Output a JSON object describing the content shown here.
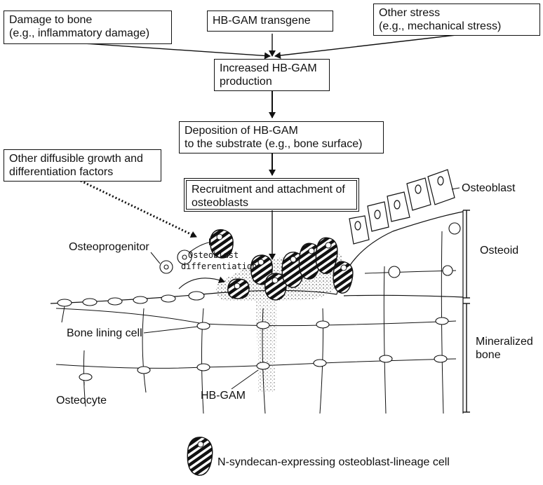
{
  "boxes": {
    "damage_line1": "Damage to bone",
    "damage_line2": "(e.g., inflammatory damage)",
    "transgene": "HB-GAM transgene",
    "stress_line1": "Other stress",
    "stress_line2": "(e.g., mechanical stress)",
    "production_line1": "Increased HB-GAM",
    "production_line2": "production",
    "deposition_line1": "Deposition of HB-GAM",
    "deposition_line2": "to the substrate (e.g., bone surface)",
    "factors_line1": "Other diffusible growth and",
    "factors_line2": "differentiation factors",
    "recruitment_line1": "Recruitment and attachment of",
    "recruitment_line2": "osteoblasts"
  },
  "labels": {
    "osteoblast": "Osteoblast",
    "osteoid": "Osteoid",
    "osteoprogenitor": "Osteoprogenitor",
    "differentiation_line1": "Osteoblast",
    "differentiation_line2": "differentiation",
    "bone_lining_cell": "Bone lining cell",
    "mineralized_line1": "Mineralized",
    "mineralized_line2": "bone",
    "osteocyte": "Osteocyte",
    "hb_gam": "HB-GAM",
    "legend": "N-syndecan-expressing osteoblast-lineage cell"
  }
}
